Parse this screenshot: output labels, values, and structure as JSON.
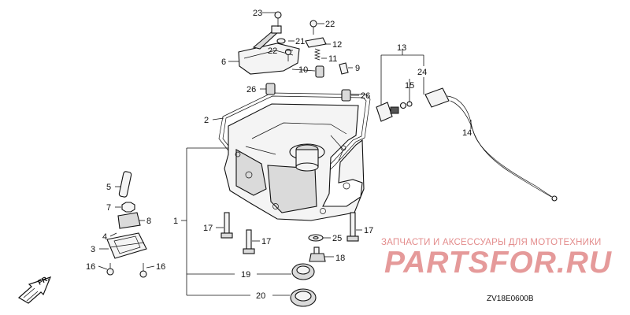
{
  "callouts": [
    {
      "id": "c1",
      "text": "1"
    },
    {
      "id": "c2",
      "text": "2"
    },
    {
      "id": "c3",
      "text": "3"
    },
    {
      "id": "c4",
      "text": "4"
    },
    {
      "id": "c5",
      "text": "5"
    },
    {
      "id": "c6",
      "text": "6"
    },
    {
      "id": "c7",
      "text": "7"
    },
    {
      "id": "c8",
      "text": "8"
    },
    {
      "id": "c9",
      "text": "9"
    },
    {
      "id": "c10",
      "text": "10"
    },
    {
      "id": "c11",
      "text": "11"
    },
    {
      "id": "c12",
      "text": "12"
    },
    {
      "id": "c13",
      "text": "13"
    },
    {
      "id": "c14",
      "text": "14"
    },
    {
      "id": "c15",
      "text": "15"
    },
    {
      "id": "c16a",
      "text": "16"
    },
    {
      "id": "c16b",
      "text": "16"
    },
    {
      "id": "c17a",
      "text": "17"
    },
    {
      "id": "c17b",
      "text": "17"
    },
    {
      "id": "c17c",
      "text": "17"
    },
    {
      "id": "c18",
      "text": "18"
    },
    {
      "id": "c19",
      "text": "19"
    },
    {
      "id": "c20",
      "text": "20"
    },
    {
      "id": "c21",
      "text": "21"
    },
    {
      "id": "c22a",
      "text": "22"
    },
    {
      "id": "c22b",
      "text": "22"
    },
    {
      "id": "c23",
      "text": "23"
    },
    {
      "id": "c24",
      "text": "24"
    },
    {
      "id": "c25",
      "text": "25"
    },
    {
      "id": "c26a",
      "text": "26"
    },
    {
      "id": "c26b",
      "text": "26"
    }
  ],
  "direction_label": "FR.",
  "watermark": {
    "tagline": "ЗАПЧАСТИ И АКСЕССУАРЫ ДЛЯ МОТОТЕХНИКИ",
    "brand": "PARTSFOR.RU",
    "color": "#e59a9a"
  },
  "diagram_code": "ZV18E0600B"
}
